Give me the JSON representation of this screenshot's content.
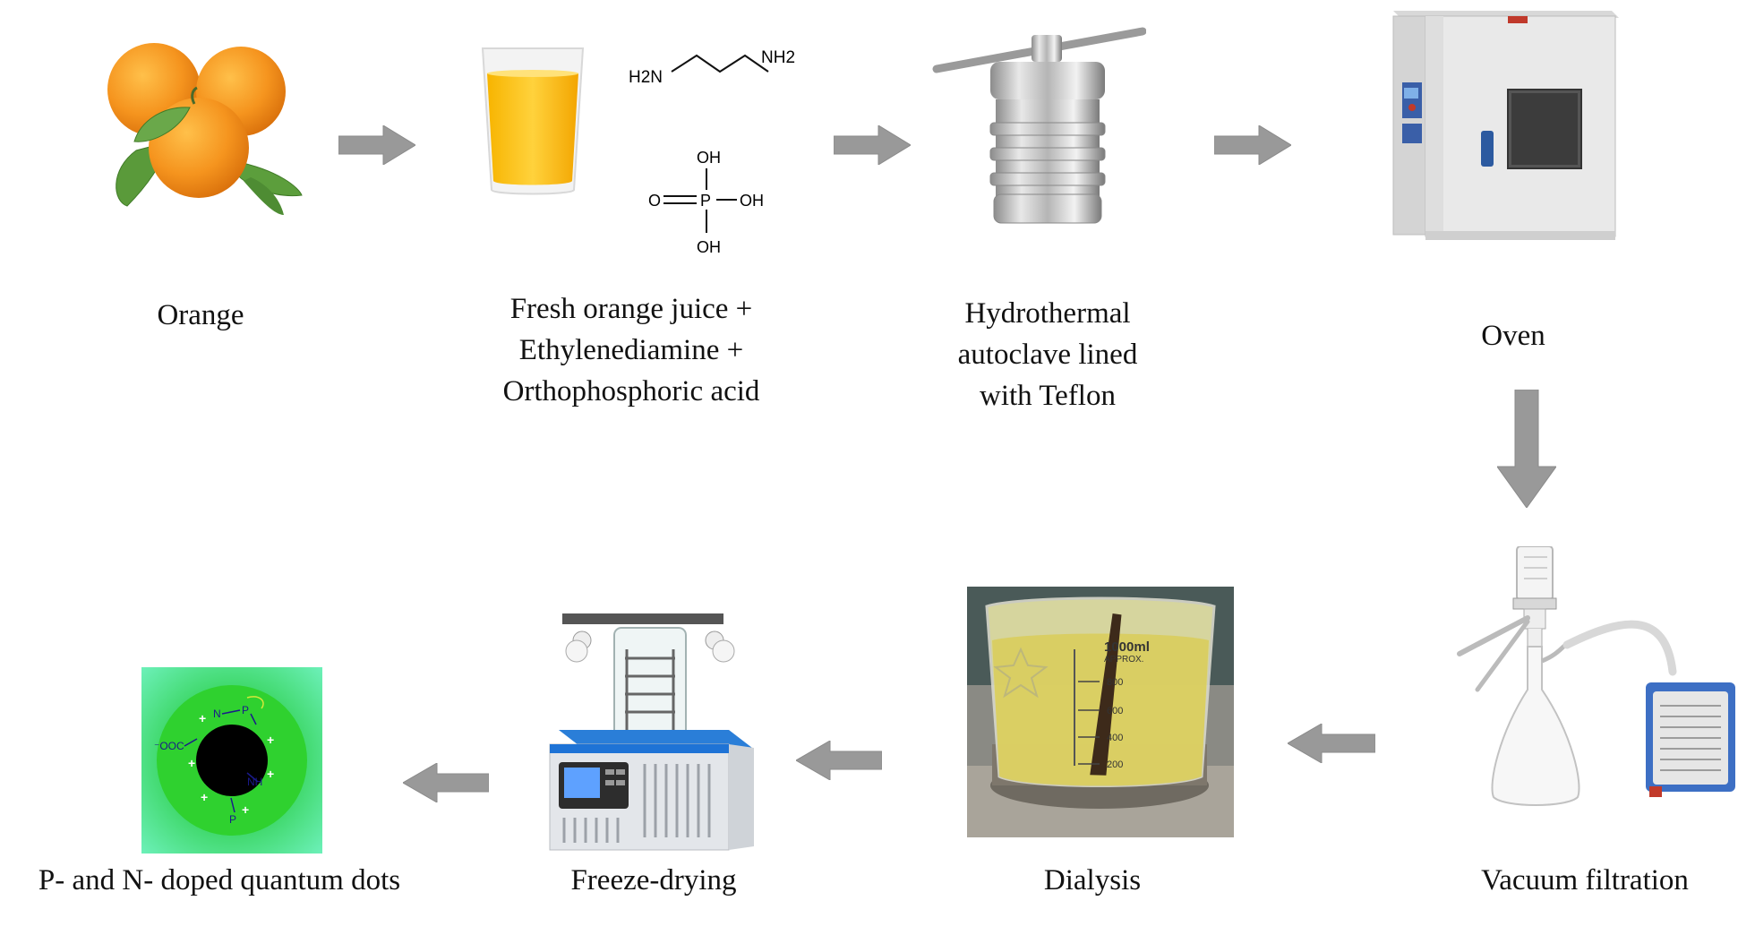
{
  "steps": [
    {
      "id": "orange",
      "label_lines": [
        "Orange"
      ]
    },
    {
      "id": "juice",
      "label_lines": [
        "Fresh orange juice +",
        "Ethylenediamine +",
        "Orthophosphoric acid"
      ]
    },
    {
      "id": "autoclave",
      "label_lines": [
        "Hydrothermal",
        "autoclave lined",
        "with Teflon"
      ]
    },
    {
      "id": "oven",
      "label_lines": [
        "Oven"
      ]
    },
    {
      "id": "vacuum",
      "label_lines": [
        "Vacuum filtration"
      ]
    },
    {
      "id": "dialysis",
      "label_lines": [
        "Dialysis"
      ]
    },
    {
      "id": "freeze",
      "label_lines": [
        "Freeze-drying"
      ]
    },
    {
      "id": "qdots",
      "label_lines": [
        "P- and N- doped quantum dots"
      ]
    }
  ],
  "chemicals": {
    "ethylenediamine": {
      "left_group": "H2N",
      "right_group": "NH2"
    },
    "phosphoric_acid": {
      "top": "OH",
      "right": "OH",
      "bottom": "OH",
      "left": "O",
      "center": "P"
    }
  },
  "beaker_marks": {
    "volume": "1000ml",
    "approx": "APPROX.",
    "graduations": [
      "800",
      "600",
      "400",
      "200"
    ]
  },
  "quantum_dot_groups": {
    "carboxyl": "⁻OOC",
    "plus_signs": [
      "+",
      "+",
      "+",
      "+",
      "+",
      "+"
    ],
    "phosphate_top": "P",
    "phosphate_bottom": "P",
    "amine_n": "N",
    "amine_nh": "NH"
  },
  "colors": {
    "arrow": "#999999",
    "arrow_border": "#8a8a8a",
    "orange": "#f5941e",
    "qd_green": "#2fd12f",
    "qd_background": "#4be39f",
    "qd_core": "#000000",
    "freeze_dryer_blue": "#1e73d6"
  }
}
